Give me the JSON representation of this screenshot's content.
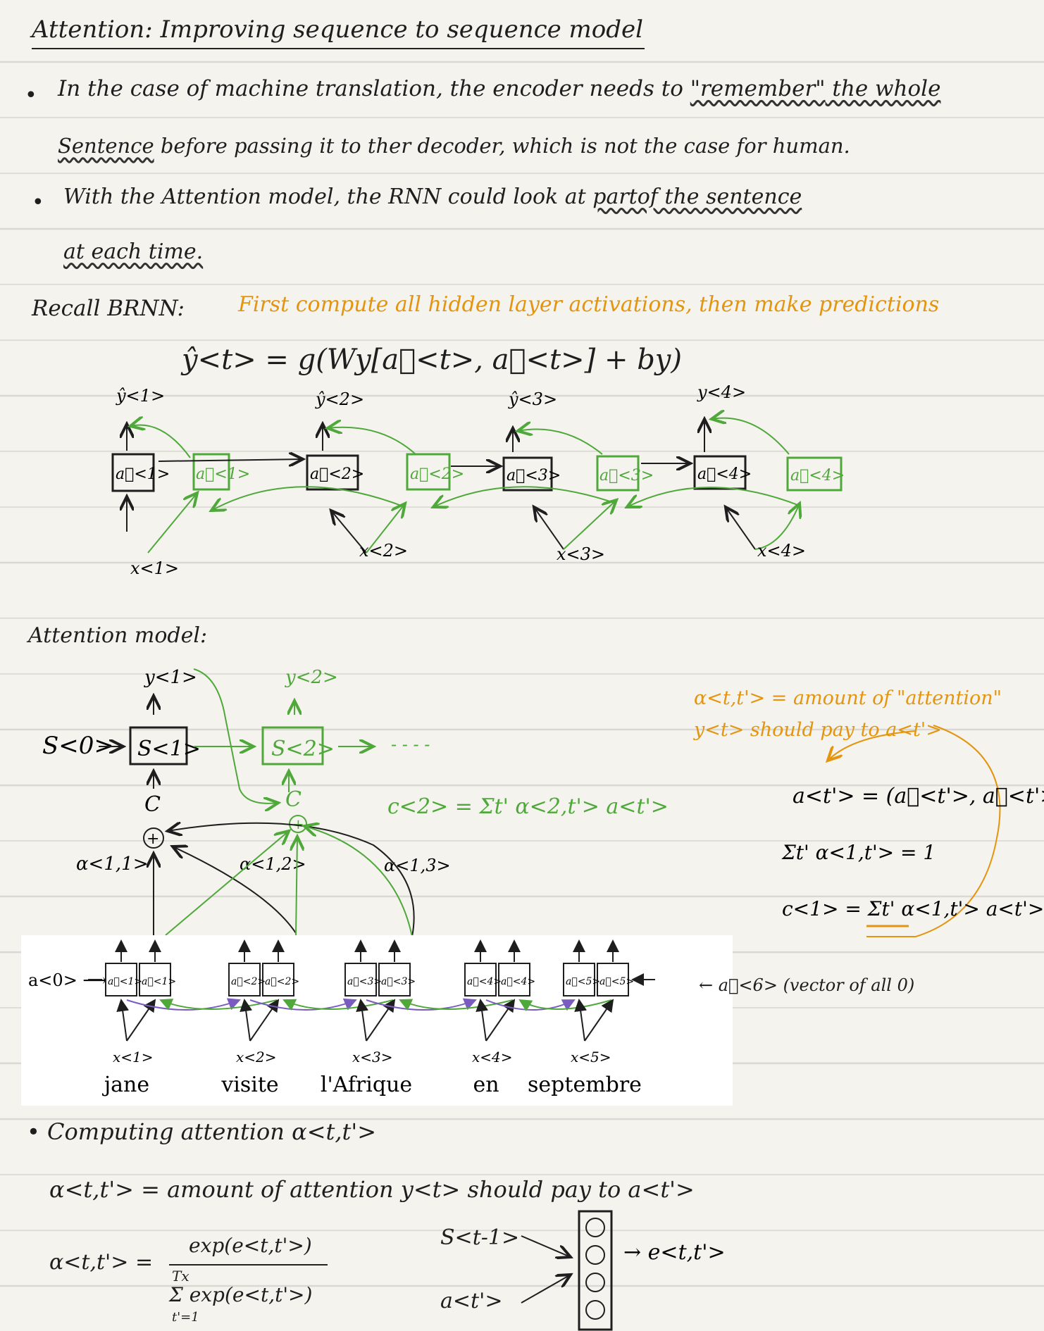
{
  "title": "Attention: Improving sequence to sequence model",
  "bullets": {
    "b1_l1_pre": "In the case of machine translation, the encoder needs to ",
    "b1_l1_word": "\"remember\"",
    "b1_l1_post": " the whole",
    "b1_l2_word": "Sentence",
    "b1_l2_rest": " before passing it to ther decoder, which is not the case for human.",
    "b2_l1_pre": "With the Attention model, the RNN could look at ",
    "b2_l1_word": "partof the sentence",
    "b2_l2": "at each time."
  },
  "recall": {
    "label": "Recall BRNN:",
    "orange_note": "First compute all hidden layer activations, then make predictions",
    "formula": "ŷ<t> = g(Wy[a⃗<t>, a⃖<t>] + by)",
    "outputs": [
      "ŷ<1>",
      "ŷ<2>",
      "ŷ<3>",
      "y<4>"
    ],
    "fwd_cells": [
      "a⃗<1>",
      "a⃗<2>",
      "a⃗<3>",
      "a⃗<4>"
    ],
    "bwd_cells": [
      "a⃖<1>",
      "a⃖<2>",
      "a⃖<3>",
      "a⃖<4>"
    ],
    "inputs": [
      "x<1>",
      "x<2>",
      "x<3>",
      "x<4>"
    ]
  },
  "attention": {
    "label": "Attention model:",
    "y1": "y<1>",
    "y2": "y<2>",
    "s0": "S<0>",
    "s1": "S<1>",
    "s2": "S<2>",
    "dots": "- - - -",
    "c": "C",
    "plus": "+",
    "alpha11": "α<1,1>",
    "alpha12": "α<1,2>",
    "alpha13": "α<1,3>",
    "c2_formula": "c<2> = Σt' α<2,t'> a<t'>",
    "orange_def_l1": "α<t,t'> = amount of \"attention\"",
    "orange_def_l2": "y<t> should pay to a<t'>",
    "a_def": "a<t'> = (a⃗<t'>, a⃖<t'>)",
    "sum_one": "Σt' α<1,t'> = 1",
    "c1_formula": "c<1> = Σt' α<1,t'> a<t'>",
    "a6_note": "← a⃖<6> (vector of all 0)"
  },
  "inset": {
    "a0": "a<0> ⟶",
    "fwd": [
      "a⃗<1>",
      "a⃗<2>",
      "a⃗<3>",
      "a⃗<4>",
      "a⃗<5>"
    ],
    "bwd": [
      "a⃖<1>",
      "a⃖<2>",
      "a⃖<3>",
      "a⃖<4>",
      "a⃖<5>"
    ],
    "xs": [
      "x<1>",
      "x<2>",
      "x<3>",
      "x<4>",
      "x<5>"
    ],
    "words": [
      "jane",
      "visite",
      "l'Afrique",
      "en",
      "septembre"
    ]
  },
  "computing": {
    "heading": "Computing attention α<t,t'>",
    "def": "α<t,t'> = amount of attention y<t> should pay to a<t'>",
    "alpha_lhs": "α<t,t'> =",
    "numerator": "exp(e<t,t'>)",
    "den_top": "Tx",
    "den_sum": "Σ exp(e<t,t'>)",
    "den_bottom": "t'=1",
    "s_prev": "S<t-1>",
    "a_tp": "a<t'>",
    "e_out": "→ e<t,t'>"
  },
  "colors": {
    "green": "#4fa83a",
    "orange": "#e4950f",
    "purple": "#7a5cc0",
    "ink": "#1e1e1e"
  }
}
